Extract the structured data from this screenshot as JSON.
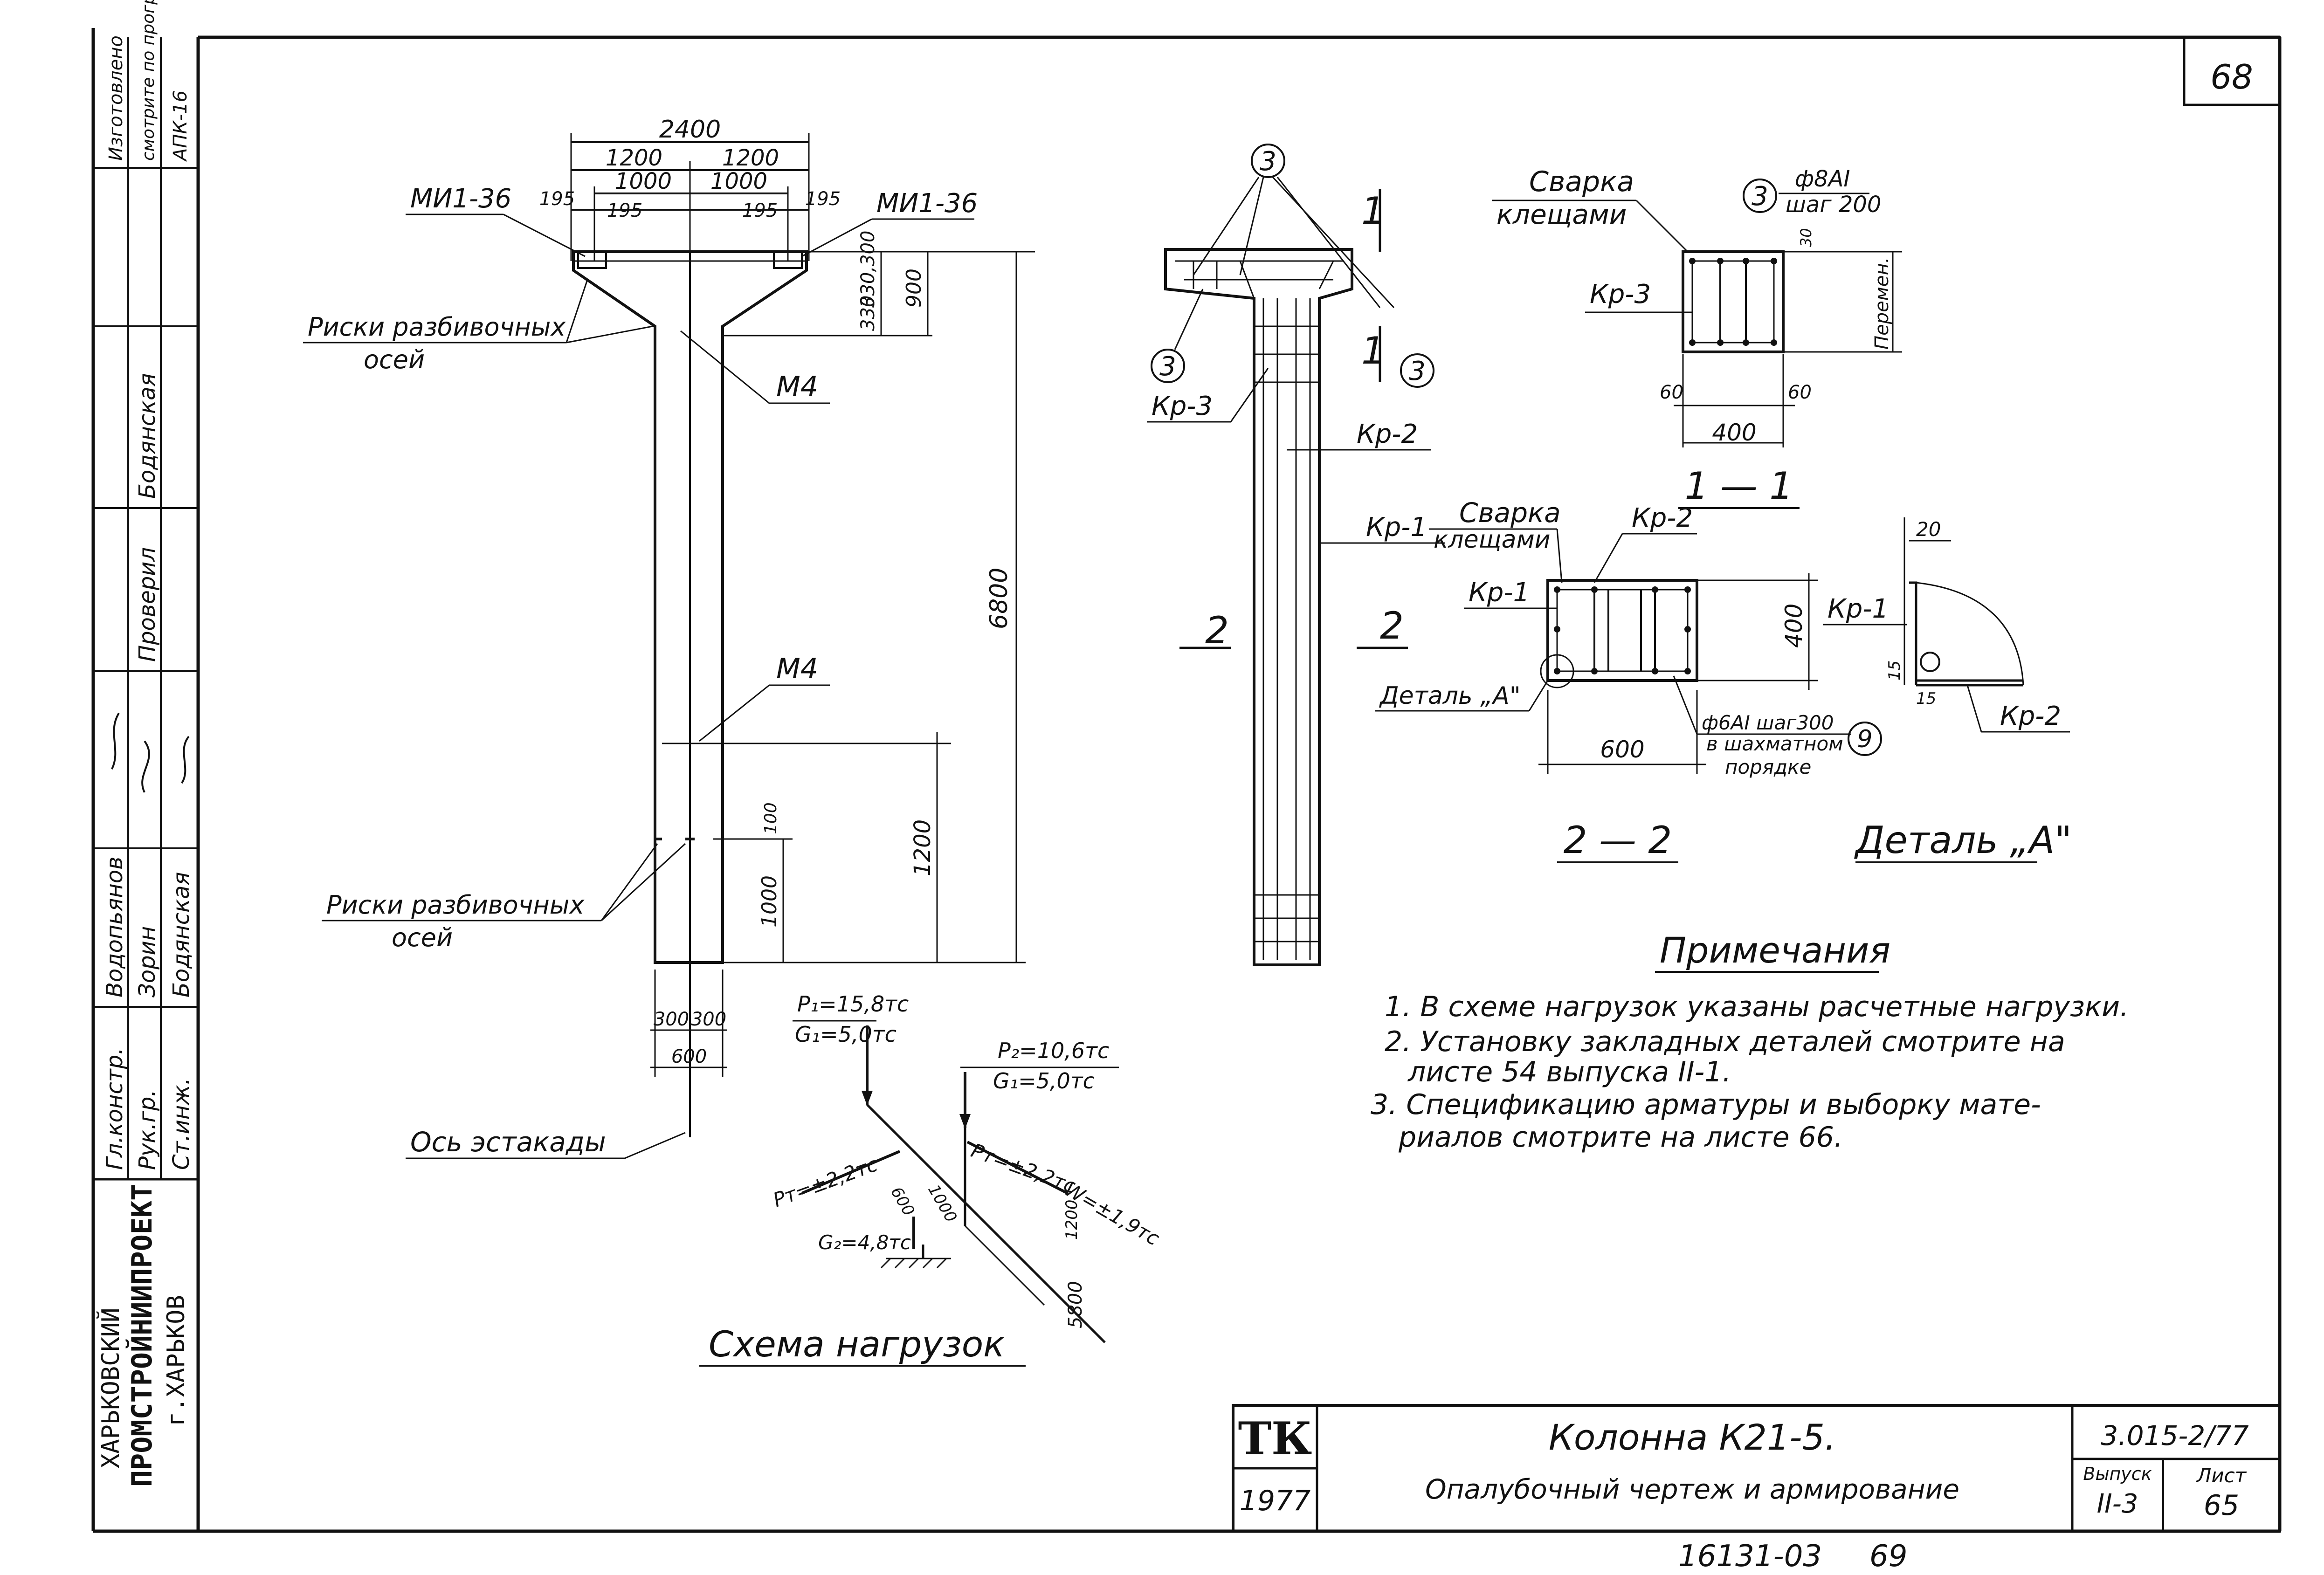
{
  "sheet": {
    "page_number": "68",
    "bottom_number": "16131-03",
    "bottom_page": "69"
  },
  "title_block": {
    "stamp": "ТК",
    "year": "1977",
    "title_line1": "Колонна К21-5.",
    "title_line2": "Опалубочный чертеж и армирование",
    "code": "3.015-2/77",
    "issue_label": "Выпуск",
    "issue_value": "II-3",
    "sheet_label": "Лист",
    "sheet_value": "65"
  },
  "side_stamp": {
    "org_line1": "ХАРЬКОВСКИЙ",
    "org_line2": "ПРОМСТРОЙНИИПРОЕКТ",
    "org_line3": "г.ХАРЬКОВ",
    "roles": [
      "Гл.констр.",
      "Рук.гр.",
      "Ст.инж."
    ],
    "names": [
      "Водопьянов",
      "Зорин",
      "Бодянская"
    ],
    "checked_label": "Проверил",
    "checked_name": "Бодянская",
    "note_line1": "Изготовлено",
    "note_line2": "смотрите по программе",
    "note_line3": "АПК-16"
  },
  "elevation": {
    "dim_total": "2400",
    "dim_half_left": "1200",
    "dim_half_right": "1200",
    "dim_1000_left": "1000",
    "dim_1000_right": "1000",
    "dim_195_a": "195",
    "dim_195_b": "195",
    "dim_195_c": "195",
    "dim_195_d": "195",
    "embed_left": "МИ1-36",
    "embed_right": "МИ1-36",
    "dim_300_330": "330,300",
    "dim_330": "330",
    "dim_900": "900",
    "dim_6800": "6800",
    "dim_1200": "1200",
    "dim_1000": "1000",
    "dim_100": "100",
    "m4_top": "М4",
    "m4_mid": "М4",
    "risk_top_line1": "Риски разбивочных",
    "risk_top_line2": "осей",
    "risk_bot_line1": "Риски разбивочных",
    "risk_bot_line2": "осей",
    "dim_300_left": "300",
    "dim_300_right": "300",
    "dim_600": "600",
    "axis_label": "Ось эстакады"
  },
  "rebar_view": {
    "callout_top": "3",
    "callout_left": "3",
    "callout_right": "3",
    "section_1_top": "1",
    "section_1_bottom": "1",
    "section_2_left": "2",
    "section_2_right": "2",
    "kp3": "Кр-3",
    "kp2": "Кр-2",
    "kp1": "Кр-1"
  },
  "section_11": {
    "weld_line1": "Сварка",
    "weld_line2": "клещами",
    "callout": "3",
    "bar_line1": "ф8АI",
    "bar_line2": "шаг 200",
    "dim_30": "30",
    "variable": "Перемен.",
    "kp3": "Кр-3",
    "dim_60_left": "60",
    "dim_60_right": "60",
    "dim_400": "400",
    "label": "1 — 1"
  },
  "section_22": {
    "weld_line1": "Сварка",
    "weld_line2": "клещами",
    "kp2": "Кр-2",
    "kp1": "Кр-1",
    "dim_400": "400",
    "dim_600": "600",
    "detail_ref": "Деталь „А\"",
    "bar_line1": "ф6АI шаг300",
    "bar_line2": "в шахматном",
    "bar_line3": "порядке",
    "callout": "9",
    "label": "2 — 2"
  },
  "detail_a": {
    "dim_20": "20",
    "kp1": "Кр-1",
    "dim_15_a": "15",
    "dim_15_b": "15",
    "kp2": "Кр-2",
    "label": "Деталь „А\""
  },
  "notes": {
    "heading": "Примечания",
    "items": [
      "1. В схеме нагрузок указаны расчетные нагрузки.",
      "2. Установку закладных деталей смотрите на",
      "листе 54 выпуска II-1.",
      "3. Спецификацию арматуры и выборку мате-",
      "риалов смотрите на листе 66."
    ]
  },
  "load_scheme": {
    "p1": "P₁=15,8тс",
    "g1": "G₁=5,0тс",
    "p2": "P₂=10,6тс",
    "g1b": "G₁=5,0тс",
    "pt_left": "Pт=±2,2тс",
    "pt_right": "Pт=±2,2тс",
    "w": "W=±1,9тс",
    "g2": "G₂=4,8тс",
    "dim_600": "600",
    "dim_1000": "1000",
    "dim_1200": "1200",
    "dim_5800": "5800",
    "heading": "Схема нагрузок"
  }
}
